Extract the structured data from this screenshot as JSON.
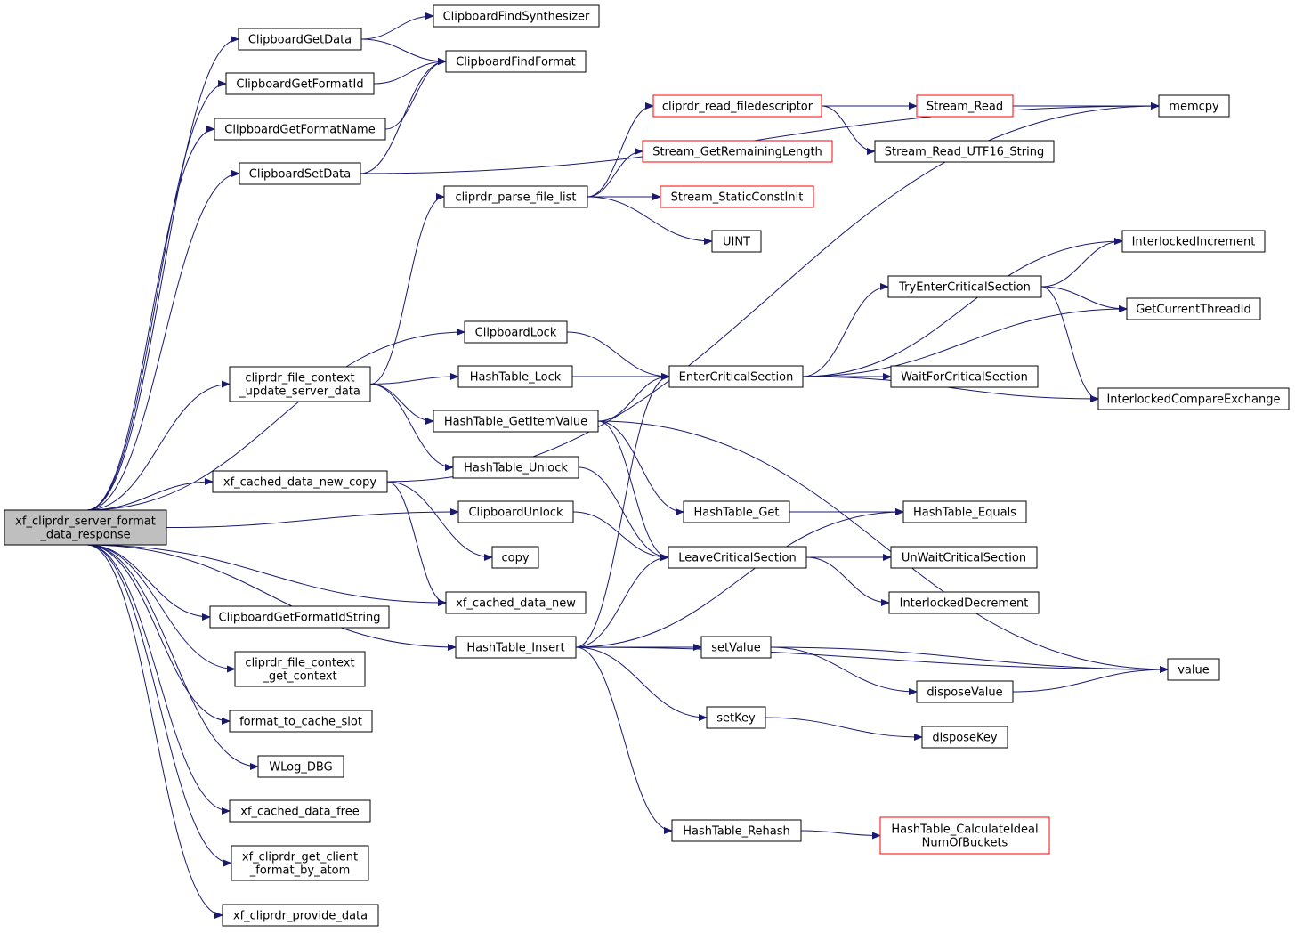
{
  "colors": {
    "edge": "#191970",
    "node_border": "#000000",
    "node_border_external": "#ff0000",
    "root_fill": "#bfbfbf",
    "node_fill": "#ffffff"
  },
  "nodes": [
    {
      "id": "root",
      "lines": [
        "xf_cliprdr_server_format",
        "_data_response"
      ],
      "style": "root"
    },
    {
      "id": "cb_get_data",
      "lines": [
        "ClipboardGetData"
      ],
      "style": "normal"
    },
    {
      "id": "cb_get_format_id",
      "lines": [
        "ClipboardGetFormatId"
      ],
      "style": "normal"
    },
    {
      "id": "cb_get_format_name",
      "lines": [
        "ClipboardGetFormatName"
      ],
      "style": "normal"
    },
    {
      "id": "cb_set_data",
      "lines": [
        "ClipboardSetData"
      ],
      "style": "normal"
    },
    {
      "id": "file_ctx_update",
      "lines": [
        "cliprdr_file_context",
        "_update_server_data"
      ],
      "style": "normal"
    },
    {
      "id": "cached_new_copy",
      "lines": [
        "xf_cached_data_new_copy"
      ],
      "style": "normal"
    },
    {
      "id": "cb_get_format_id_string",
      "lines": [
        "ClipboardGetFormatIdString"
      ],
      "style": "normal"
    },
    {
      "id": "file_ctx_get",
      "lines": [
        "cliprdr_file_context",
        "_get_context"
      ],
      "style": "normal"
    },
    {
      "id": "format_to_cache",
      "lines": [
        "format_to_cache_slot"
      ],
      "style": "normal"
    },
    {
      "id": "wlog_dbg",
      "lines": [
        "WLog_DBG"
      ],
      "style": "normal"
    },
    {
      "id": "cached_free",
      "lines": [
        "xf_cached_data_free"
      ],
      "style": "normal"
    },
    {
      "id": "get_client_format",
      "lines": [
        "xf_cliprdr_get_client",
        "_format_by_atom"
      ],
      "style": "normal"
    },
    {
      "id": "provide_data",
      "lines": [
        "xf_cliprdr_provide_data"
      ],
      "style": "normal"
    },
    {
      "id": "cb_find_synth",
      "lines": [
        "ClipboardFindSynthesizer"
      ],
      "style": "normal"
    },
    {
      "id": "cb_find_format",
      "lines": [
        "ClipboardFindFormat"
      ],
      "style": "normal"
    },
    {
      "id": "parse_file_list",
      "lines": [
        "cliprdr_parse_file_list"
      ],
      "style": "normal"
    },
    {
      "id": "cb_lock",
      "lines": [
        "ClipboardLock"
      ],
      "style": "normal"
    },
    {
      "id": "ht_lock",
      "lines": [
        "HashTable_Lock"
      ],
      "style": "normal"
    },
    {
      "id": "ht_get_item",
      "lines": [
        "HashTable_GetItemValue"
      ],
      "style": "normal"
    },
    {
      "id": "ht_unlock",
      "lines": [
        "HashTable_Unlock"
      ],
      "style": "normal"
    },
    {
      "id": "cb_unlock",
      "lines": [
        "ClipboardUnlock"
      ],
      "style": "normal"
    },
    {
      "id": "copy",
      "lines": [
        "copy"
      ],
      "style": "normal"
    },
    {
      "id": "cached_new",
      "lines": [
        "xf_cached_data_new"
      ],
      "style": "normal"
    },
    {
      "id": "ht_insert",
      "lines": [
        "HashTable_Insert"
      ],
      "style": "normal"
    },
    {
      "id": "read_filedesc",
      "lines": [
        "cliprdr_read_filedescriptor"
      ],
      "style": "external"
    },
    {
      "id": "stream_remaining",
      "lines": [
        "Stream_GetRemainingLength"
      ],
      "style": "external"
    },
    {
      "id": "stream_static",
      "lines": [
        "Stream_StaticConstInit"
      ],
      "style": "external"
    },
    {
      "id": "uint",
      "lines": [
        "UINT"
      ],
      "style": "normal"
    },
    {
      "id": "enter_cs",
      "lines": [
        "EnterCriticalSection"
      ],
      "style": "normal"
    },
    {
      "id": "ht_get",
      "lines": [
        "HashTable_Get"
      ],
      "style": "normal"
    },
    {
      "id": "leave_cs",
      "lines": [
        "LeaveCriticalSection"
      ],
      "style": "normal"
    },
    {
      "id": "set_value",
      "lines": [
        "setValue"
      ],
      "style": "normal"
    },
    {
      "id": "set_key",
      "lines": [
        "setKey"
      ],
      "style": "normal"
    },
    {
      "id": "ht_rehash",
      "lines": [
        "HashTable_Rehash"
      ],
      "style": "normal"
    },
    {
      "id": "stream_read",
      "lines": [
        "Stream_Read"
      ],
      "style": "external"
    },
    {
      "id": "stream_read_utf16",
      "lines": [
        "Stream_Read_UTF16_String"
      ],
      "style": "normal"
    },
    {
      "id": "try_enter_cs",
      "lines": [
        "TryEnterCriticalSection"
      ],
      "style": "normal"
    },
    {
      "id": "wait_cs",
      "lines": [
        "WaitForCriticalSection"
      ],
      "style": "normal"
    },
    {
      "id": "ht_equals",
      "lines": [
        "HashTable_Equals"
      ],
      "style": "normal"
    },
    {
      "id": "unwait_cs",
      "lines": [
        "UnWaitCriticalSection"
      ],
      "style": "normal"
    },
    {
      "id": "interlocked_dec",
      "lines": [
        "InterlockedDecrement"
      ],
      "style": "normal"
    },
    {
      "id": "dispose_value",
      "lines": [
        "disposeValue"
      ],
      "style": "normal"
    },
    {
      "id": "dispose_key",
      "lines": [
        "disposeKey"
      ],
      "style": "normal"
    },
    {
      "id": "ht_calc_buckets",
      "lines": [
        "HashTable_CalculateIdeal",
        "NumOfBuckets"
      ],
      "style": "external"
    },
    {
      "id": "memcpy",
      "lines": [
        "memcpy"
      ],
      "style": "normal"
    },
    {
      "id": "interlocked_inc",
      "lines": [
        "InterlockedIncrement"
      ],
      "style": "normal"
    },
    {
      "id": "get_thread_id",
      "lines": [
        "GetCurrentThreadId"
      ],
      "style": "normal"
    },
    {
      "id": "interlocked_cmpxchg",
      "lines": [
        "InterlockedCompareExchange"
      ],
      "style": "normal"
    },
    {
      "id": "value",
      "lines": [
        "value"
      ],
      "style": "normal"
    }
  ],
  "edges": [
    [
      "root",
      "cb_get_data"
    ],
    [
      "root",
      "cb_get_format_id"
    ],
    [
      "root",
      "cb_get_format_name"
    ],
    [
      "root",
      "cb_set_data"
    ],
    [
      "root",
      "file_ctx_update"
    ],
    [
      "root",
      "cached_new_copy"
    ],
    [
      "root",
      "cb_get_format_id_string"
    ],
    [
      "root",
      "file_ctx_get"
    ],
    [
      "root",
      "format_to_cache"
    ],
    [
      "root",
      "wlog_dbg"
    ],
    [
      "root",
      "cached_free"
    ],
    [
      "root",
      "get_client_format"
    ],
    [
      "root",
      "provide_data"
    ],
    [
      "root",
      "cb_lock"
    ],
    [
      "root",
      "cb_unlock"
    ],
    [
      "root",
      "cached_new"
    ],
    [
      "root",
      "ht_insert"
    ],
    [
      "cb_get_data",
      "cb_find_synth"
    ],
    [
      "cb_get_data",
      "cb_find_format"
    ],
    [
      "cb_get_format_id",
      "cb_find_format"
    ],
    [
      "cb_get_format_name",
      "cb_find_format"
    ],
    [
      "cb_set_data",
      "cb_find_format"
    ],
    [
      "cb_set_data",
      "memcpy"
    ],
    [
      "file_ctx_update",
      "parse_file_list"
    ],
    [
      "file_ctx_update",
      "ht_lock"
    ],
    [
      "file_ctx_update",
      "ht_get_item"
    ],
    [
      "file_ctx_update",
      "ht_unlock"
    ],
    [
      "cached_new_copy",
      "memcpy"
    ],
    [
      "cached_new_copy",
      "copy"
    ],
    [
      "cached_new_copy",
      "cached_new"
    ],
    [
      "parse_file_list",
      "read_filedesc"
    ],
    [
      "parse_file_list",
      "stream_remaining"
    ],
    [
      "parse_file_list",
      "stream_static"
    ],
    [
      "parse_file_list",
      "uint"
    ],
    [
      "read_filedesc",
      "stream_read"
    ],
    [
      "read_filedesc",
      "stream_read_utf16"
    ],
    [
      "stream_read",
      "memcpy"
    ],
    [
      "cb_lock",
      "enter_cs"
    ],
    [
      "ht_lock",
      "enter_cs"
    ],
    [
      "ht_get_item",
      "enter_cs"
    ],
    [
      "ht_get_item",
      "ht_get"
    ],
    [
      "ht_get_item",
      "leave_cs"
    ],
    [
      "ht_get_item",
      "value"
    ],
    [
      "ht_unlock",
      "leave_cs"
    ],
    [
      "cb_unlock",
      "leave_cs"
    ],
    [
      "ht_get",
      "ht_equals"
    ],
    [
      "ht_insert",
      "enter_cs"
    ],
    [
      "ht_insert",
      "leave_cs"
    ],
    [
      "ht_insert",
      "ht_equals"
    ],
    [
      "ht_insert",
      "set_value"
    ],
    [
      "ht_insert",
      "set_key"
    ],
    [
      "ht_insert",
      "ht_rehash"
    ],
    [
      "ht_insert",
      "value"
    ],
    [
      "enter_cs",
      "try_enter_cs"
    ],
    [
      "enter_cs",
      "wait_cs"
    ],
    [
      "enter_cs",
      "get_thread_id"
    ],
    [
      "enter_cs",
      "interlocked_inc"
    ],
    [
      "enter_cs",
      "interlocked_cmpxchg"
    ],
    [
      "try_enter_cs",
      "interlocked_inc"
    ],
    [
      "try_enter_cs",
      "get_thread_id"
    ],
    [
      "try_enter_cs",
      "interlocked_cmpxchg"
    ],
    [
      "leave_cs",
      "unwait_cs"
    ],
    [
      "leave_cs",
      "interlocked_dec"
    ],
    [
      "set_value",
      "value"
    ],
    [
      "set_value",
      "dispose_value"
    ],
    [
      "dispose_value",
      "value"
    ],
    [
      "set_key",
      "dispose_key"
    ],
    [
      "ht_rehash",
      "ht_calc_buckets"
    ]
  ]
}
